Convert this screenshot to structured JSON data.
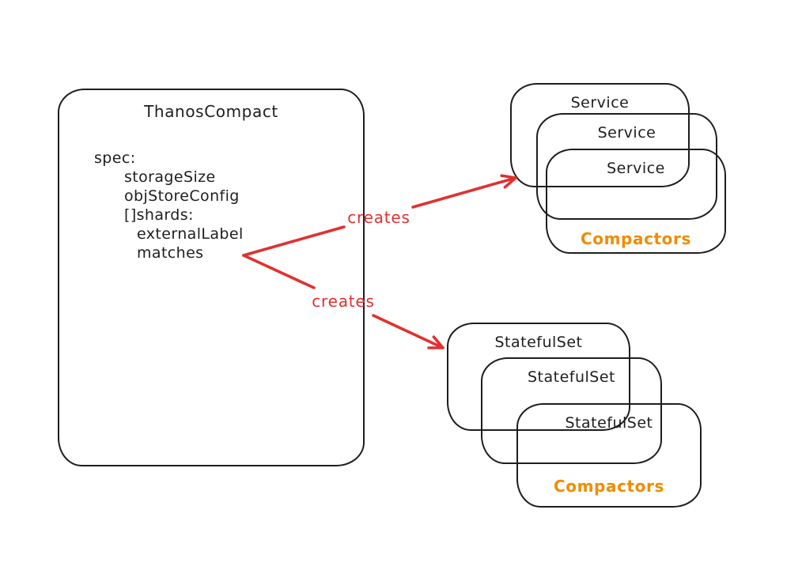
{
  "colors": {
    "stroke": "#1e1e1e",
    "arrow_red": "#e03131",
    "accent_orange": "#f08c00",
    "background": "#ffffff"
  },
  "crd_box": {
    "title": "ThanosCompact",
    "spec_lines": [
      {
        "text": "spec:",
        "indent": 0
      },
      {
        "text": "storageSize",
        "indent": 1
      },
      {
        "text": "objStoreConfig",
        "indent": 1
      },
      {
        "text": "[]shards:",
        "indent": 1
      },
      {
        "text": "externalLabel",
        "indent": 2
      },
      {
        "text": "matches",
        "indent": 2
      }
    ]
  },
  "arrows": [
    {
      "label": "creates"
    },
    {
      "label": "creates"
    }
  ],
  "service_stack": {
    "box_labels": [
      "Service",
      "Service",
      "Service"
    ],
    "footer_label": "Compactors"
  },
  "statefulset_stack": {
    "box_labels": [
      "StatefulSet",
      "StatefulSet",
      "StatefulSet"
    ],
    "footer_label": "Compactors"
  }
}
